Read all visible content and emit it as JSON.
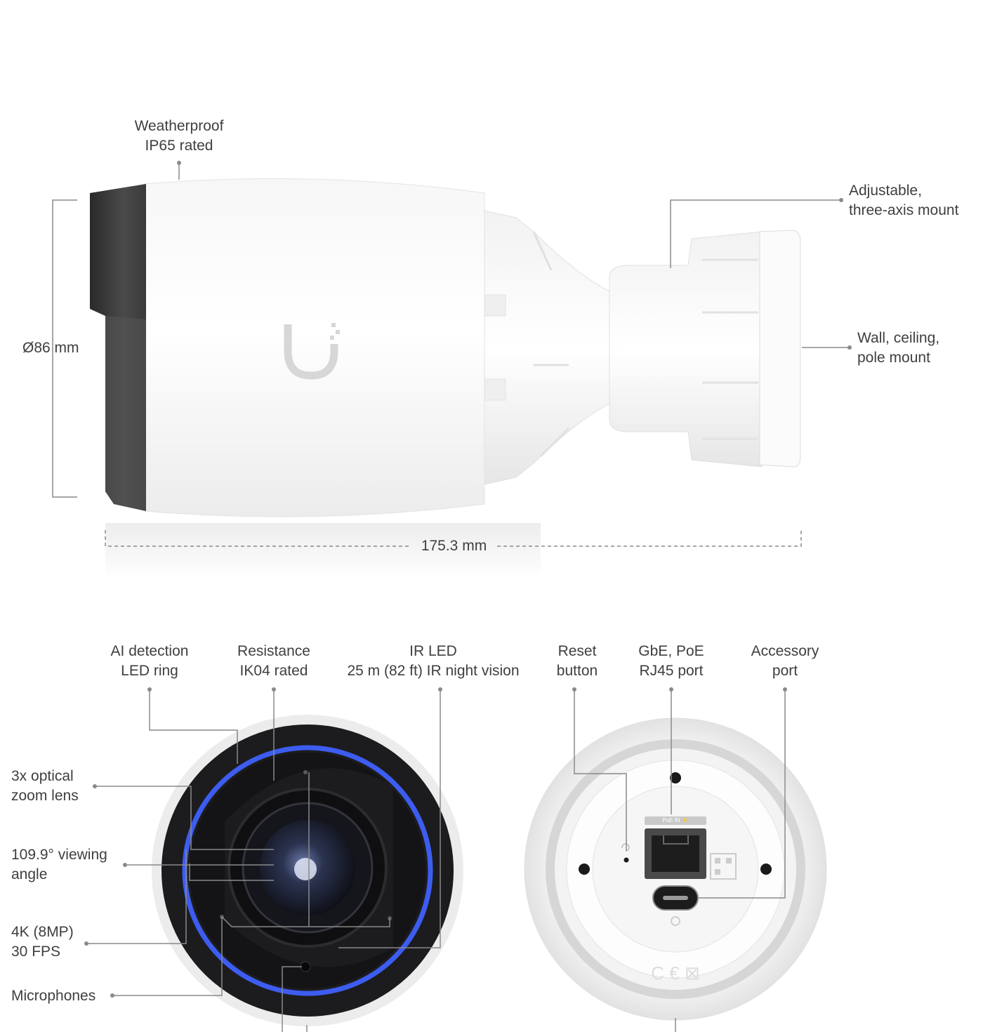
{
  "top_view": {
    "weatherproof": {
      "line1": "Weatherproof",
      "line2": "IP65 rated"
    },
    "mount_adjustable": {
      "line1": "Adjustable,",
      "line2": "three-axis mount"
    },
    "mount_surfaces": {
      "line1": "Wall, ceiling,",
      "line2": "pole mount"
    },
    "diameter": "Ø86 mm",
    "length": "175.3 mm",
    "logo_icon": "ubiquiti-u-logo"
  },
  "front_view": {
    "ai_ring": {
      "line1": "AI detection",
      "line2": "LED ring"
    },
    "resistance": {
      "line1": "Resistance",
      "line2": "IK04 rated"
    },
    "ir_led": {
      "line1": "IR LED",
      "line2": "25 m (82 ft) IR night vision"
    },
    "zoom": {
      "line1": "3x optical",
      "line2": "zoom lens"
    },
    "viewing": {
      "line1": "109.9° viewing",
      "line2": "angle"
    },
    "resolution": {
      "line1": "4K (8MP)",
      "line2": "30 FPS"
    },
    "microphones": "Microphones",
    "ring_color": "#3d5cf0"
  },
  "back_view": {
    "reset": {
      "line1": "Reset",
      "line2": "button"
    },
    "rj45": {
      "line1": "GbE, PoE",
      "line2": "RJ45 port"
    },
    "accessory": {
      "line1": "Accessory",
      "line2": "port"
    },
    "poe_tag": "PoE IN ⚡"
  }
}
